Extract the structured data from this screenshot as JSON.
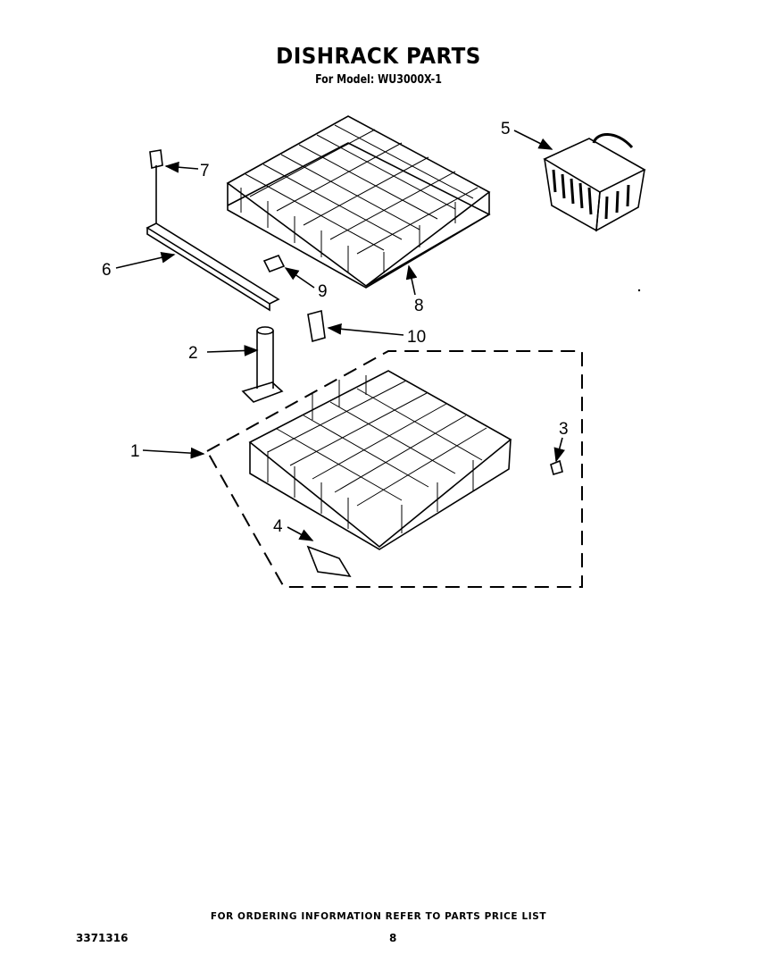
{
  "header": {
    "title": "DISHRACK PARTS",
    "model_line": "For Model: WU3000X-1"
  },
  "callouts": [
    {
      "id": "1",
      "label": "1"
    },
    {
      "id": "2",
      "label": "2"
    },
    {
      "id": "3",
      "label": "3"
    },
    {
      "id": "4",
      "label": "4"
    },
    {
      "id": "5",
      "label": "5"
    },
    {
      "id": "6",
      "label": "6"
    },
    {
      "id": "7",
      "label": "7"
    },
    {
      "id": "8",
      "label": "8"
    },
    {
      "id": "9",
      "label": "9"
    },
    {
      "id": "10",
      "label": "10"
    }
  ],
  "footer": {
    "note": "FOR ORDERING INFORMATION REFER TO PARTS PRICE LIST",
    "doc_number": "3371316",
    "page_number": "8"
  }
}
